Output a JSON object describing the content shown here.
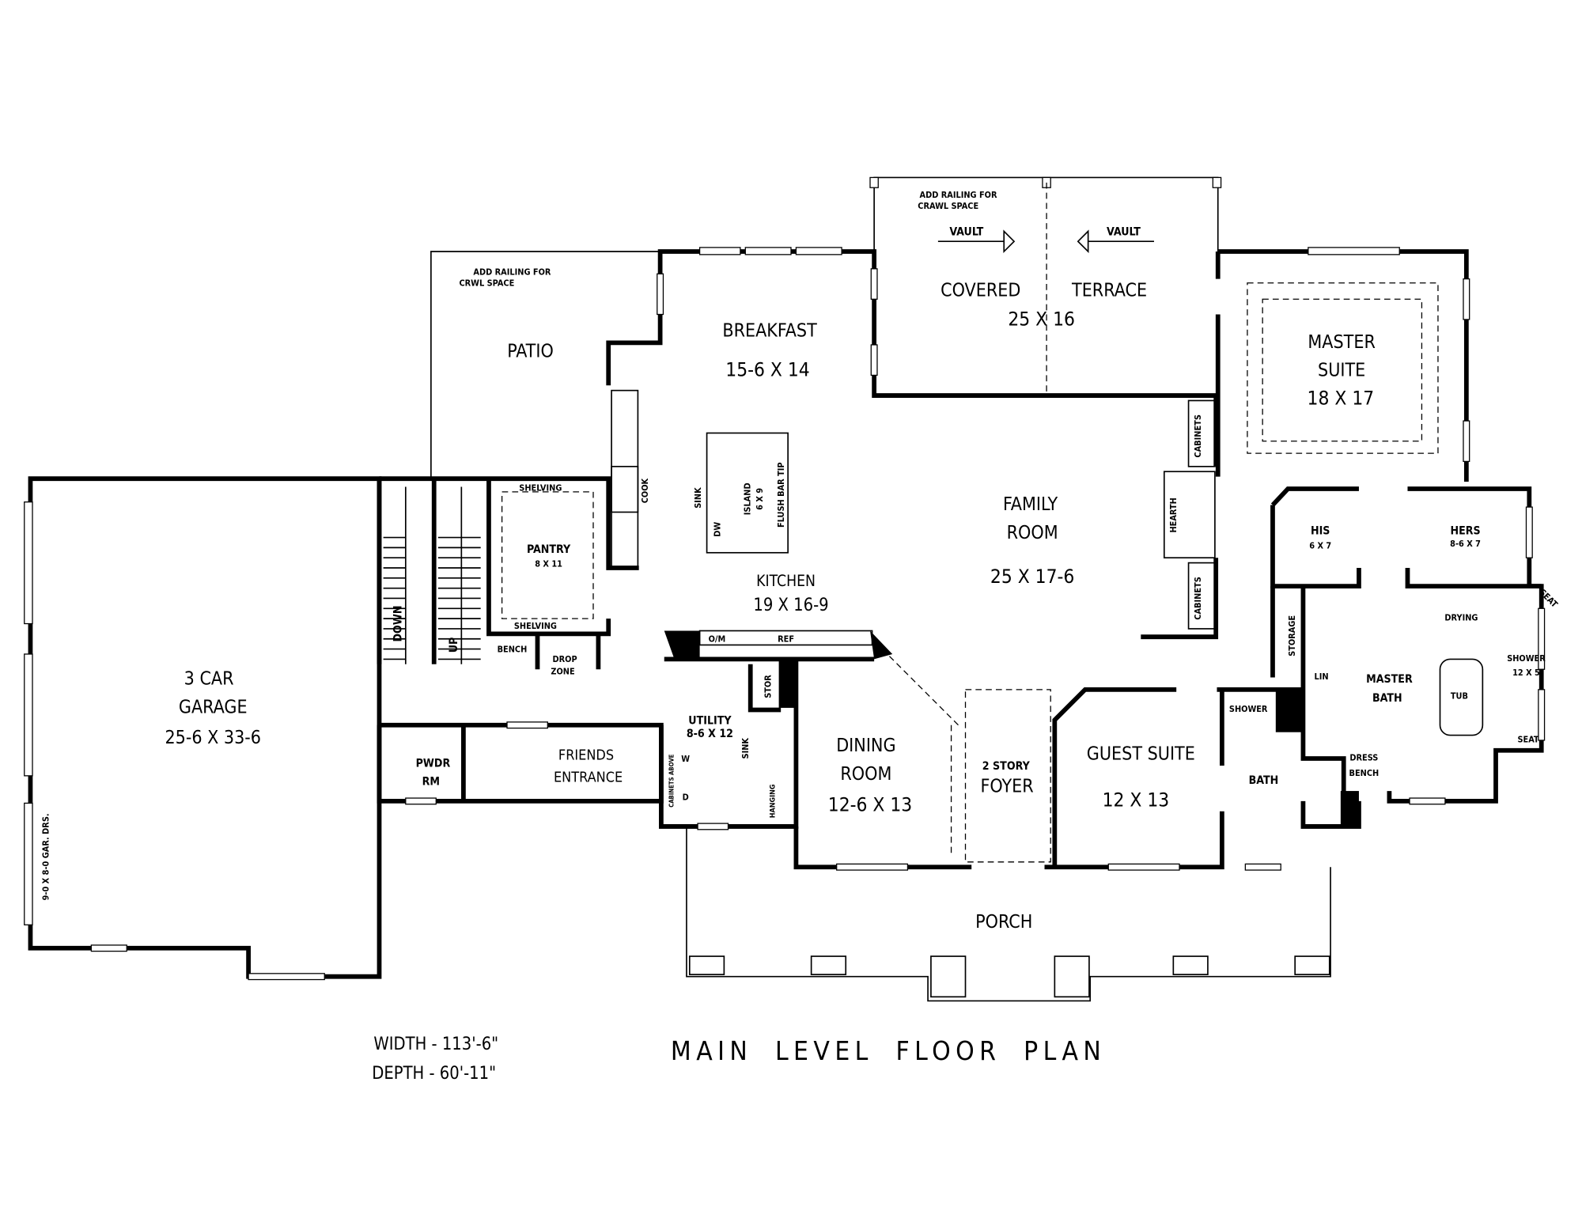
{
  "title": "MAIN LEVEL FLOOR PLAN",
  "overall": {
    "width": "WIDTH - 113'-6\"",
    "depth": "DEPTH - 60'-11\""
  },
  "notes": {
    "patio_railing_1": "ADD RAILING FOR",
    "patio_railing_2": "CRWL SPACE",
    "terrace_railing_1": "ADD RAILING FOR",
    "terrace_railing_2": "CRAWL SPACE",
    "vault_left": "VAULT",
    "vault_right": "VAULT",
    "garage_doors": "9-0 X 8-0 GAR. DRS."
  },
  "rooms": {
    "patio": {
      "name": "PATIO"
    },
    "breakfast": {
      "name": "BREAKFAST",
      "dims": "15-6 X 14"
    },
    "terrace": {
      "name_1": "COVERED",
      "name_2": "TERRACE",
      "dims": "25 X 16"
    },
    "master_suite": {
      "name_1": "MASTER",
      "name_2": "SUITE",
      "dims": "18 X 17"
    },
    "family_room": {
      "name_1": "FAMILY",
      "name_2": "ROOM",
      "dims": "25 X 17-6"
    },
    "kitchen": {
      "name": "KITCHEN",
      "dims": "19 X 16-9"
    },
    "pantry": {
      "name": "PANTRY",
      "dims": "8 X 11"
    },
    "garage": {
      "name_1": "3  CAR",
      "name_2": "GARAGE",
      "dims": "25-6 X 33-6"
    },
    "powder": {
      "name_1": "PWDR",
      "name_2": "RM"
    },
    "friends_entrance": {
      "name_1": "FRIENDS",
      "name_2": "ENTRANCE"
    },
    "utility": {
      "name": "UTILITY",
      "dims": "8-6 X 12"
    },
    "dining": {
      "name_1": "DINING",
      "name_2": "ROOM",
      "dims": "12-6 X 13"
    },
    "foyer": {
      "name_1": "2 STORY",
      "name_2": "FOYER"
    },
    "guest_suite": {
      "name": "GUEST SUITE",
      "dims": "12 X 13"
    },
    "bath": {
      "name": "BATH"
    },
    "his": {
      "name": "HIS",
      "dims": "6 X 7"
    },
    "hers": {
      "name": "HERS",
      "dims": "8-6 X 7"
    },
    "master_bath": {
      "name_1": "MASTER",
      "name_2": "BATH"
    },
    "master_shower": {
      "name": "SHOWER",
      "dims": "12 X 5"
    },
    "porch": {
      "name": "PORCH"
    }
  },
  "fixtures": {
    "sink": "SINK",
    "dw": "DW",
    "island_1": "ISLAND",
    "island_2": "6 X 9",
    "flush_bar": "FLUSH BAR TIP",
    "cook": "COOK",
    "shelving_top": "SHELVING",
    "shelving_bottom": "SHELVING",
    "down": "DOWN",
    "up": "UP",
    "bench": "BENCH",
    "drop_1": "DROP",
    "drop_2": "ZONE",
    "om": "O/M",
    "ref": "REF",
    "stor": "STOR",
    "cabinets_above": "CABINETS ABOVE",
    "washer": "W",
    "dryer": "D",
    "utility_sink": "SINK",
    "hanging": "HANGING",
    "cabinets_upper": "CABINETS",
    "hearth": "HEARTH",
    "cabinets_lower": "CABINETS",
    "guest_shower": "SHOWER",
    "storage": "STORAGE",
    "linen": "LIN",
    "tub": "TUB",
    "drying": "DRYING",
    "seat_corner": "SEAT",
    "seat": "SEAT",
    "dress_1": "DRESS",
    "dress_2": "BENCH"
  }
}
